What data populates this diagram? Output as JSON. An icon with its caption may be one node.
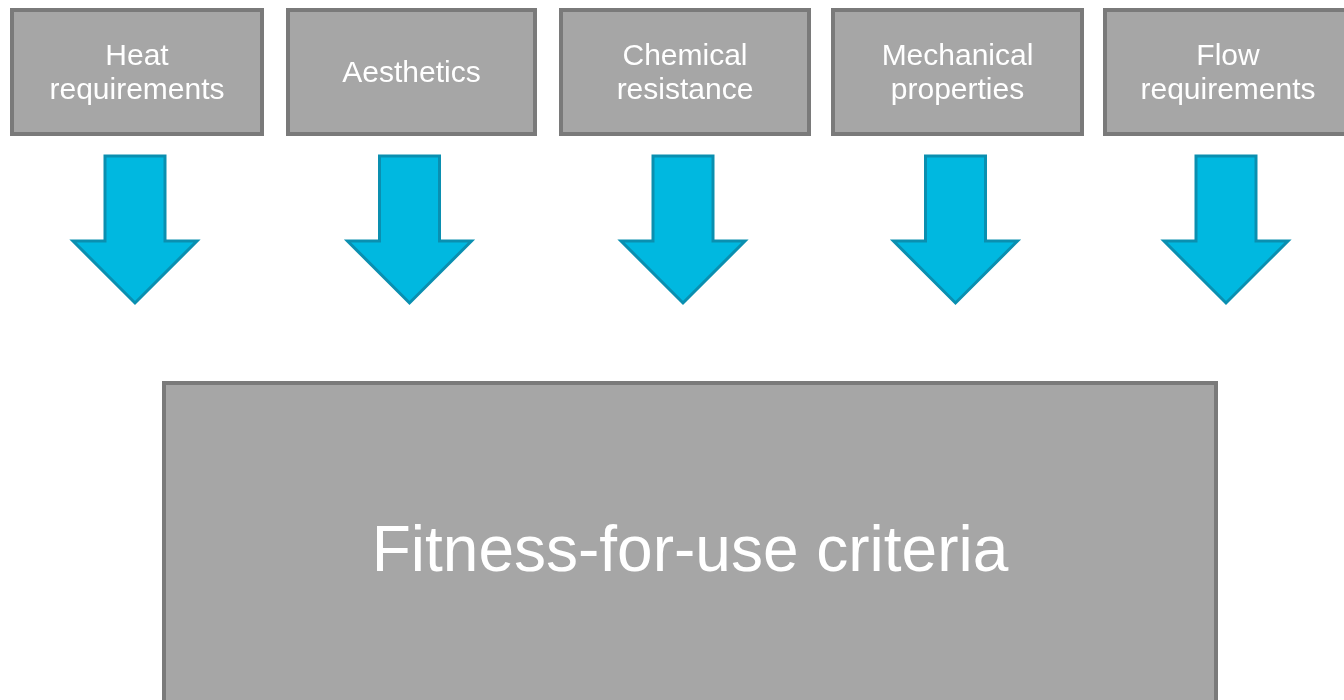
{
  "diagram": {
    "nodes": [
      {
        "text": [
          "Heat requirements"
        ]
      },
      {
        "text": [
          "Aesthetics"
        ]
      },
      {
        "text": [
          "Chemical resistance"
        ]
      },
      {
        "text": [
          "Mechanical properties"
        ]
      },
      {
        "text": [
          "Flow requirements"
        ]
      },
      {
        "text": [
          "Fitness-for-use criteria"
        ]
      }
    ],
    "edges": [
      {
        "from": 0,
        "to": 5,
        "arrow": "to",
        "style": "thick"
      },
      {
        "from": 1,
        "to": 5,
        "arrow": "to",
        "style": "thick"
      },
      {
        "from": 2,
        "to": 5,
        "arrow": "to",
        "style": "thick"
      },
      {
        "from": 3,
        "to": 5,
        "arrow": "to",
        "style": "thick"
      },
      {
        "from": 4,
        "to": 5,
        "arrow": "to",
        "style": "thick"
      }
    ]
  }
}
